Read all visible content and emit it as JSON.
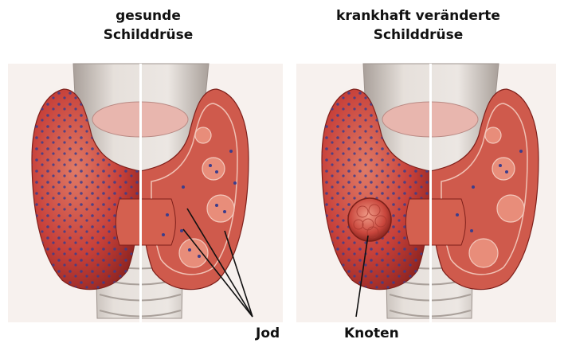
{
  "titles": {
    "left": {
      "line1": "gesunde",
      "line2": "Schilddrüse"
    },
    "right": {
      "line1": "krankhaft veränderte",
      "line2": "Schilddrüse"
    }
  },
  "labels": {
    "iodine": "Jod",
    "nodule": "Knoten"
  },
  "colors": {
    "tissue": "#c7413a",
    "tissue_dark": "#8e2420",
    "tissue_light": "#e07a66",
    "cartilage": "#e4ddd8",
    "cartilage_shadow": "#bdb3ad",
    "iodine_dot": "#3b3d8c",
    "leader": "#111111"
  }
}
